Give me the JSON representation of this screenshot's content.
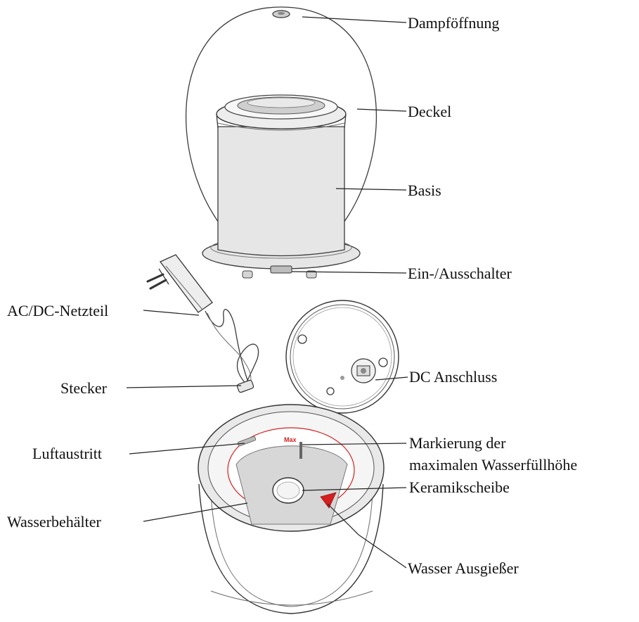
{
  "labels": {
    "steam_opening": "Dampföffnung",
    "lid": "Deckel",
    "base": "Basis",
    "power_switch": "Ein-/Ausschalter",
    "adapter": "AC/DC-Netzteil",
    "plug": "Stecker",
    "dc_port": "DC Anschluss",
    "air_outlet": "Luftaustritt",
    "max_mark_line1": "Markierung der",
    "max_mark_line2": "maximalen Wasserfüllhöhe",
    "ceramic_disc": "Keramikscheibe",
    "water_tank": "Wasserbehälter",
    "water_spout": "Wasser Ausgießer",
    "max_text": "Max"
  },
  "colors": {
    "line": "#3a3a3a",
    "label_text": "#111111",
    "max_mark": "#d42020",
    "panel_gray": "#e6e6e6",
    "mist_gray": "#d7d7d7"
  }
}
